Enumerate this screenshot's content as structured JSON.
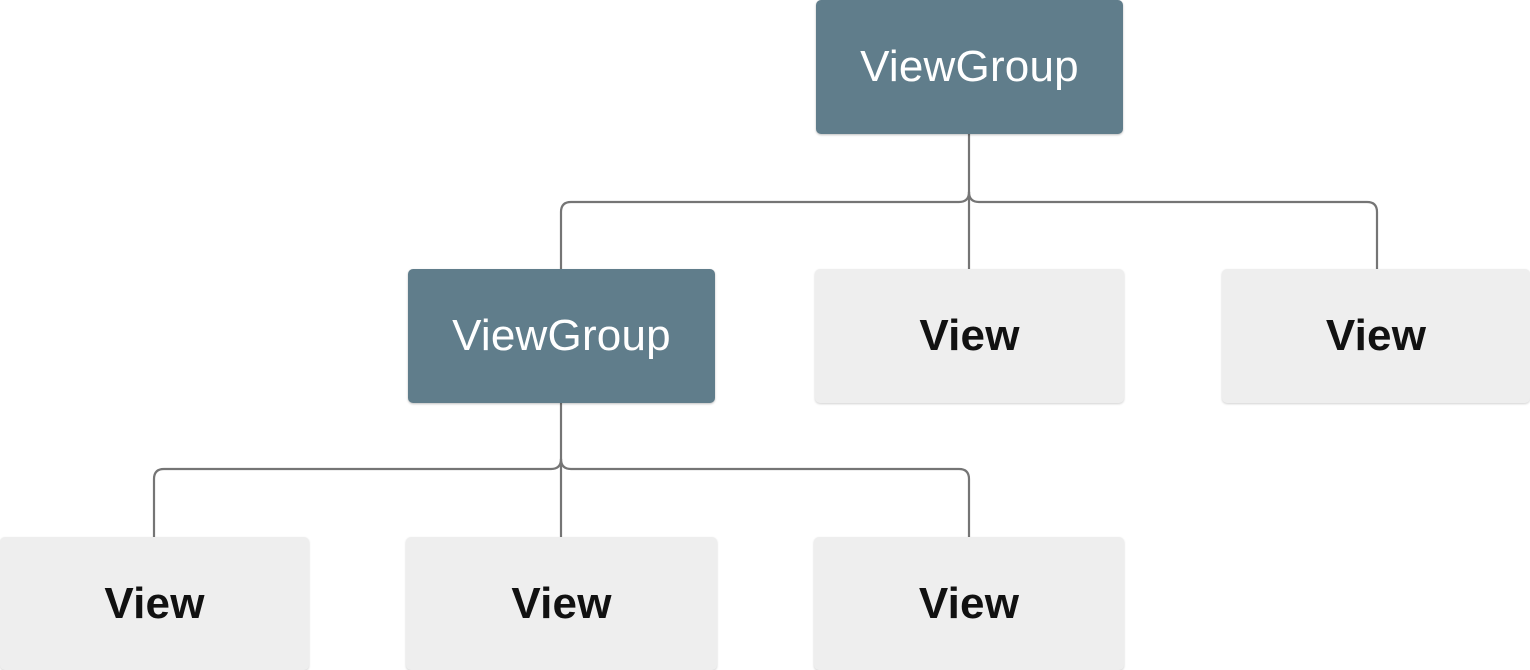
{
  "colors": {
    "group_fill": "#607d8b",
    "group_text": "#ffffff",
    "leaf_fill": "#eeeeee",
    "leaf_text": "#111111",
    "connector": "#757575"
  },
  "nodes": {
    "root": {
      "label": "ViewGroup",
      "kind": "group"
    },
    "group2": {
      "label": "ViewGroup",
      "kind": "group"
    },
    "v1": {
      "label": "View",
      "kind": "leaf"
    },
    "v2": {
      "label": "View",
      "kind": "leaf"
    },
    "v3": {
      "label": "View",
      "kind": "leaf"
    },
    "v4": {
      "label": "View",
      "kind": "leaf"
    },
    "v5": {
      "label": "View",
      "kind": "leaf"
    }
  },
  "edges": [
    {
      "from": "root",
      "to": "group2"
    },
    {
      "from": "root",
      "to": "v1"
    },
    {
      "from": "root",
      "to": "v2"
    },
    {
      "from": "group2",
      "to": "v3"
    },
    {
      "from": "group2",
      "to": "v4"
    },
    {
      "from": "group2",
      "to": "v5"
    }
  ]
}
